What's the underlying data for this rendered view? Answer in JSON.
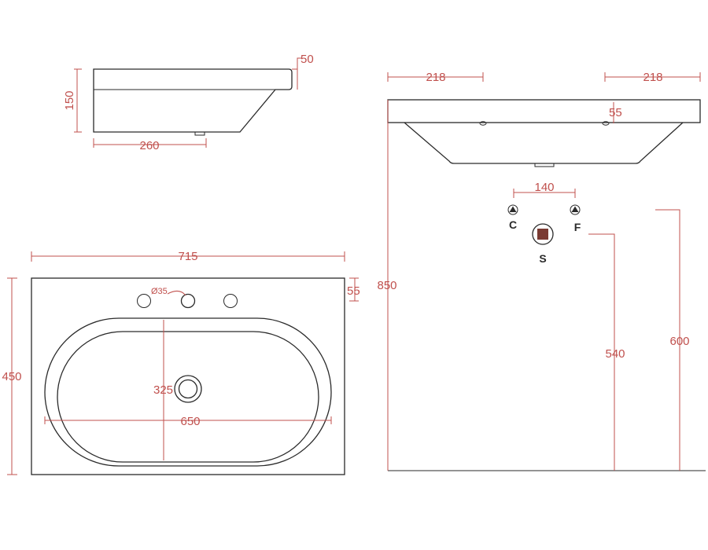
{
  "colors": {
    "outline": "#2a2a2a",
    "dimension": "#c0504d",
    "background": "#ffffff",
    "symbol_fill": "#7a3a32"
  },
  "side_view": {
    "dim_height": "150",
    "dim_depth": "260",
    "dim_rim": "50"
  },
  "plan_view": {
    "dim_width": "715",
    "dim_depth": "450",
    "dim_tap_holes": "Ø35",
    "dim_hole_offset": "55",
    "dim_bowl_depth": "325",
    "dim_bowl_width": "650"
  },
  "front_view": {
    "dim_left_offset": "218",
    "dim_right_offset": "218",
    "dim_hole_offset": "55",
    "dim_total_height": "850",
    "dim_supply_spacing": "140",
    "dim_waste_height": "540",
    "dim_mount_height": "600",
    "label_cold": "C",
    "label_hot": "F",
    "label_waste": "S",
    "supply_icon": "triangle-circle-icon",
    "waste_icon": "square-circle-icon"
  }
}
